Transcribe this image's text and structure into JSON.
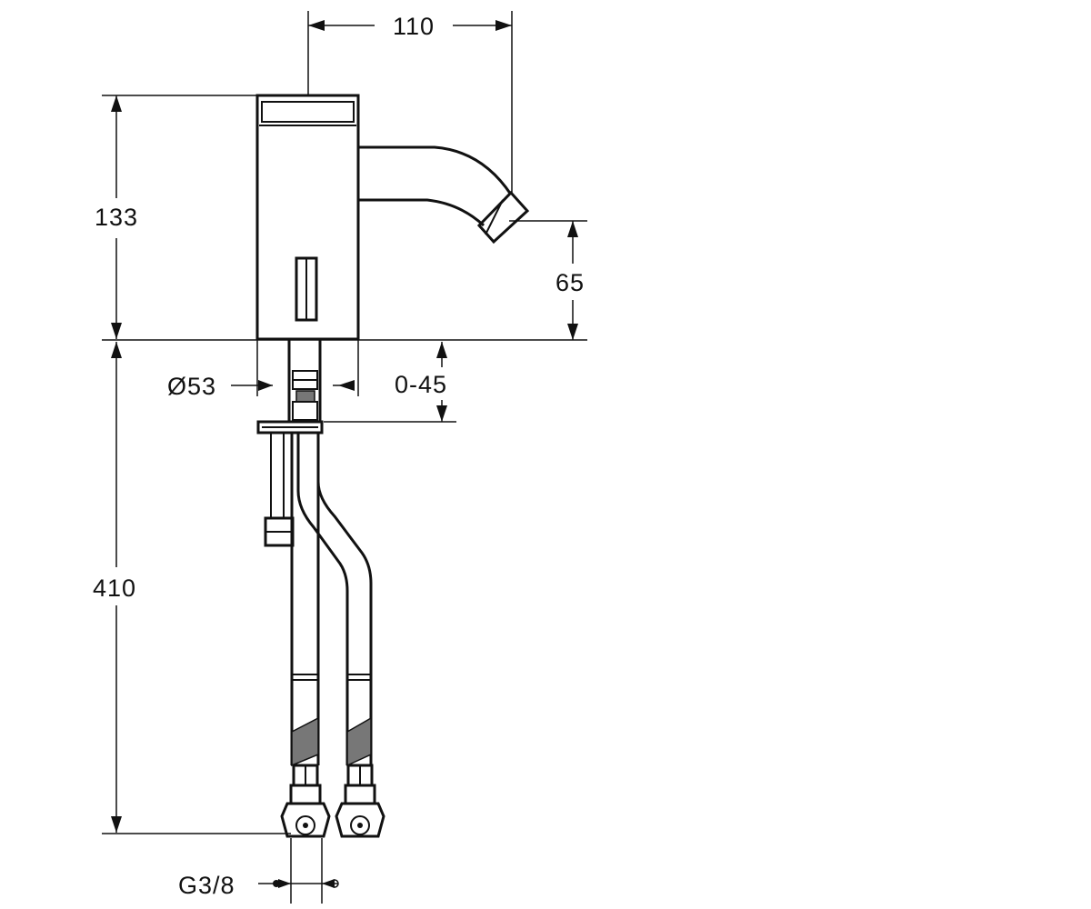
{
  "diagram": {
    "dimensions": {
      "spout_reach": "110",
      "body_height": "133",
      "spout_height": "65",
      "body_diameter": "Ø53",
      "deck_thickness": "0-45",
      "hose_length": "410",
      "connection_thread": "G3/8"
    }
  }
}
